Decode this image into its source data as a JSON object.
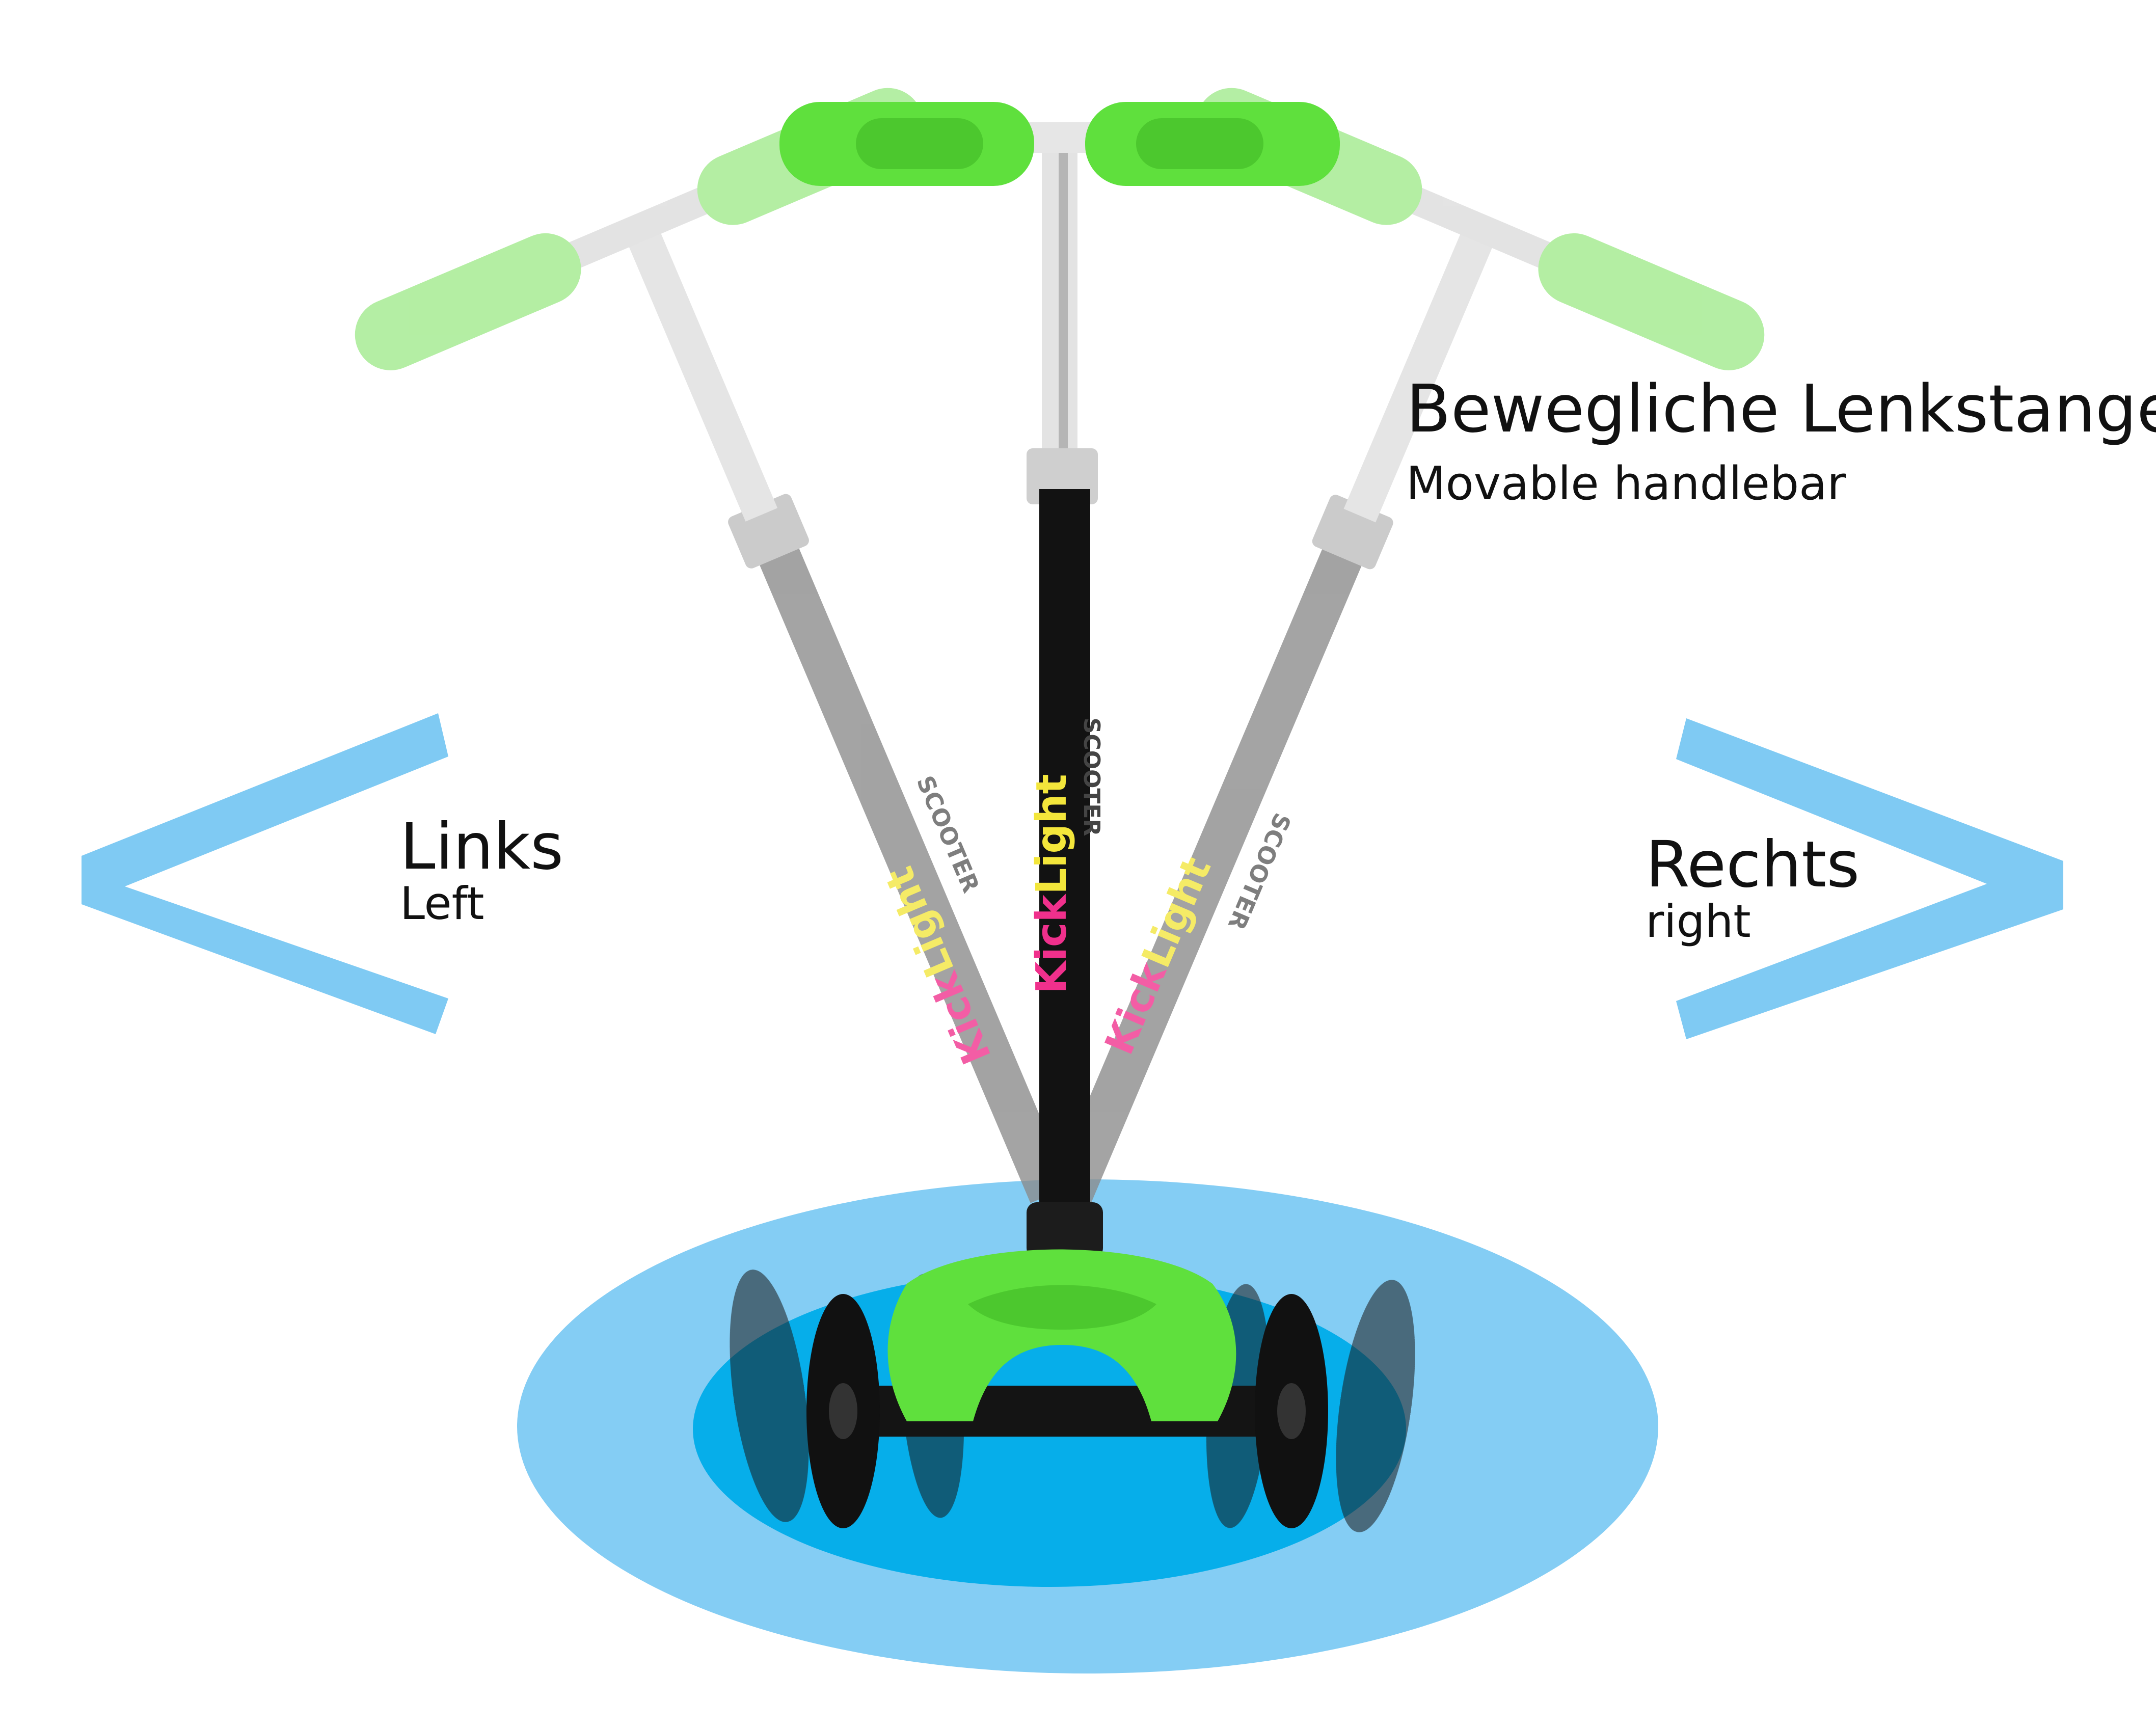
{
  "colors": {
    "arrow_blue": "#7fcaf3",
    "ellipse_outer": "#84cdf4",
    "ellipse_inner": "#06aeea",
    "grip_green": "#5fe03d",
    "grip_ghost": "#9fe98a",
    "stem_black": "#121212",
    "stem_ghost": "#8a8a8a",
    "logo_pink": "#f0308c",
    "logo_yellow": "#f3e63b",
    "logo_green": "#6fe24a",
    "logo_blue": "#3aa5e8"
  },
  "heading": {
    "title": "Bewegliche Lenkstange",
    "subtitle": "Movable handlebar"
  },
  "left": {
    "label": "Links",
    "sublabel": "Left"
  },
  "right": {
    "label": "Rechts",
    "sublabel": "right"
  },
  "logo": {
    "part1": "Kick",
    "part2": "Light",
    "word": "SCOOTER"
  },
  "icons": {
    "left_arrow": "chevron-left-icon",
    "right_arrow": "chevron-right-icon"
  }
}
